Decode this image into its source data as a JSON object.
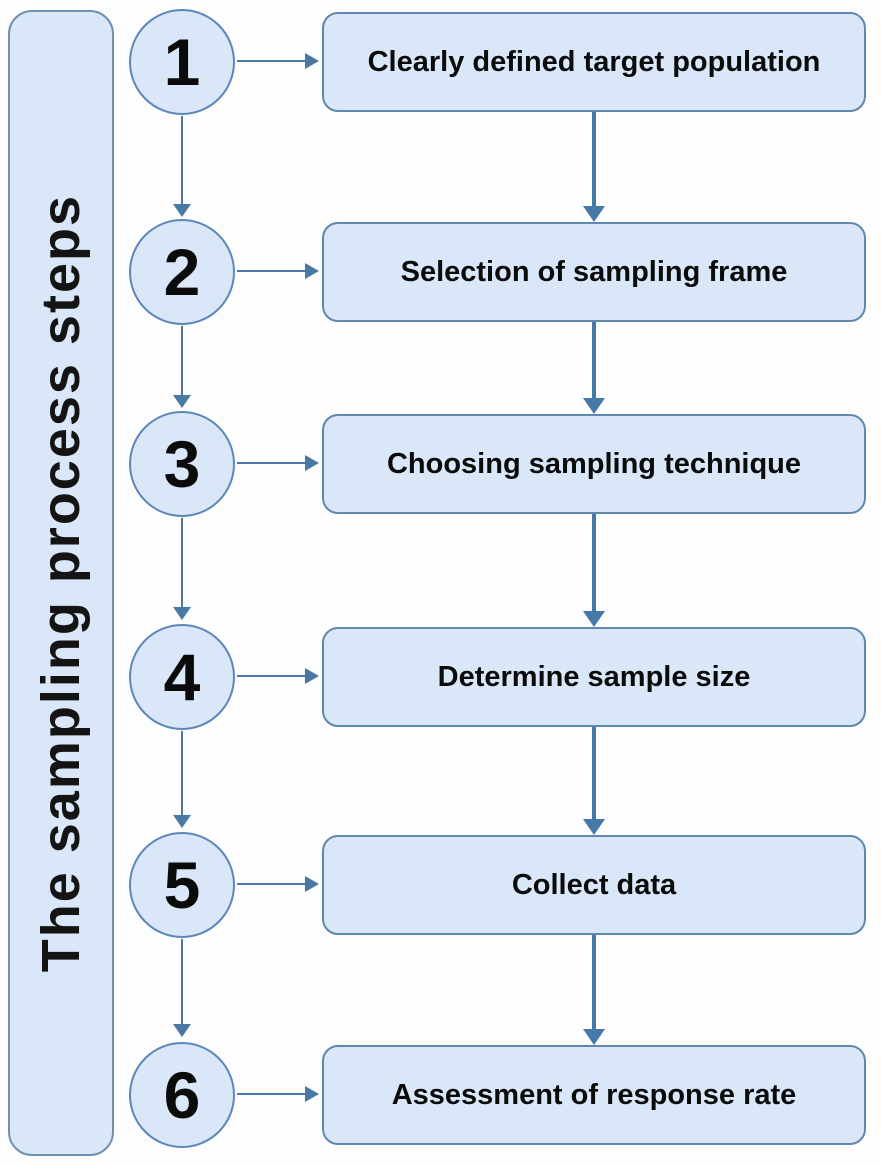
{
  "title": "The sampling process steps",
  "colors": {
    "shape_fill": "#d9e7f8",
    "shape_border": "#6088ae",
    "circle_border": "#5d87ba",
    "arrow": "#4a78a4",
    "text": "#0b0b0b",
    "background": "#fdfdfe"
  },
  "steps": [
    {
      "number": "1",
      "label": "Clearly defined target population"
    },
    {
      "number": "2",
      "label": "Selection of sampling frame"
    },
    {
      "number": "3",
      "label": "Choosing sampling technique"
    },
    {
      "number": "4",
      "label": "Determine sample size"
    },
    {
      "number": "5",
      "label": "Collect data"
    },
    {
      "number": "6",
      "label": "Assessment of response rate"
    }
  ]
}
